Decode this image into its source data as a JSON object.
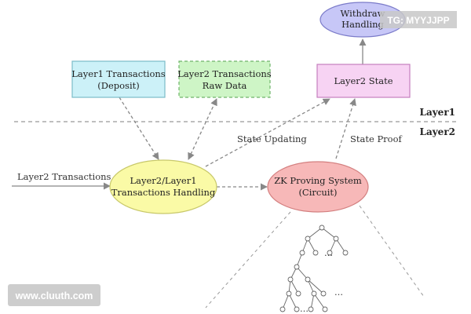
{
  "nodes": {
    "withdraw": {
      "line1": "Withdraw",
      "line2": "Handling",
      "fill": "#c7c7f7",
      "stroke": "#7b7bc9"
    },
    "l1tx": {
      "line1": "Layer1 Transactions",
      "line2": "(Deposit)",
      "fill": "#ccf1f8",
      "stroke": "#7bbcc8"
    },
    "l2raw": {
      "line1": "Layer2 Transactions",
      "line2": "Raw Data",
      "fill": "#cef5c6",
      "stroke": "#6fb36a"
    },
    "l2state": {
      "label": "Layer2 State",
      "fill": "#f7d3f3",
      "stroke": "#c57fbf"
    },
    "handling": {
      "line1": "Layer2/Layer1",
      "line2": "Transactions Handling",
      "fill": "#fafaa6",
      "stroke": "#c8c86a"
    },
    "zk": {
      "line1": "ZK Proving System",
      "line2": "(Circuit)",
      "fill": "#f7b8b8",
      "stroke": "#d37f7f"
    }
  },
  "labels": {
    "layer1": "Layer1",
    "layer2": "Layer2",
    "input": "Layer2 Transactions",
    "state_updating": "State Updating",
    "state_proof": "State Proof",
    "tree_dots": "…"
  },
  "overlays": {
    "telegram": "TG: MYYJJPP",
    "website": "www.cluuth.com"
  },
  "colors": {
    "line": "#888888",
    "overlay_bg": "#c8c8c8"
  }
}
